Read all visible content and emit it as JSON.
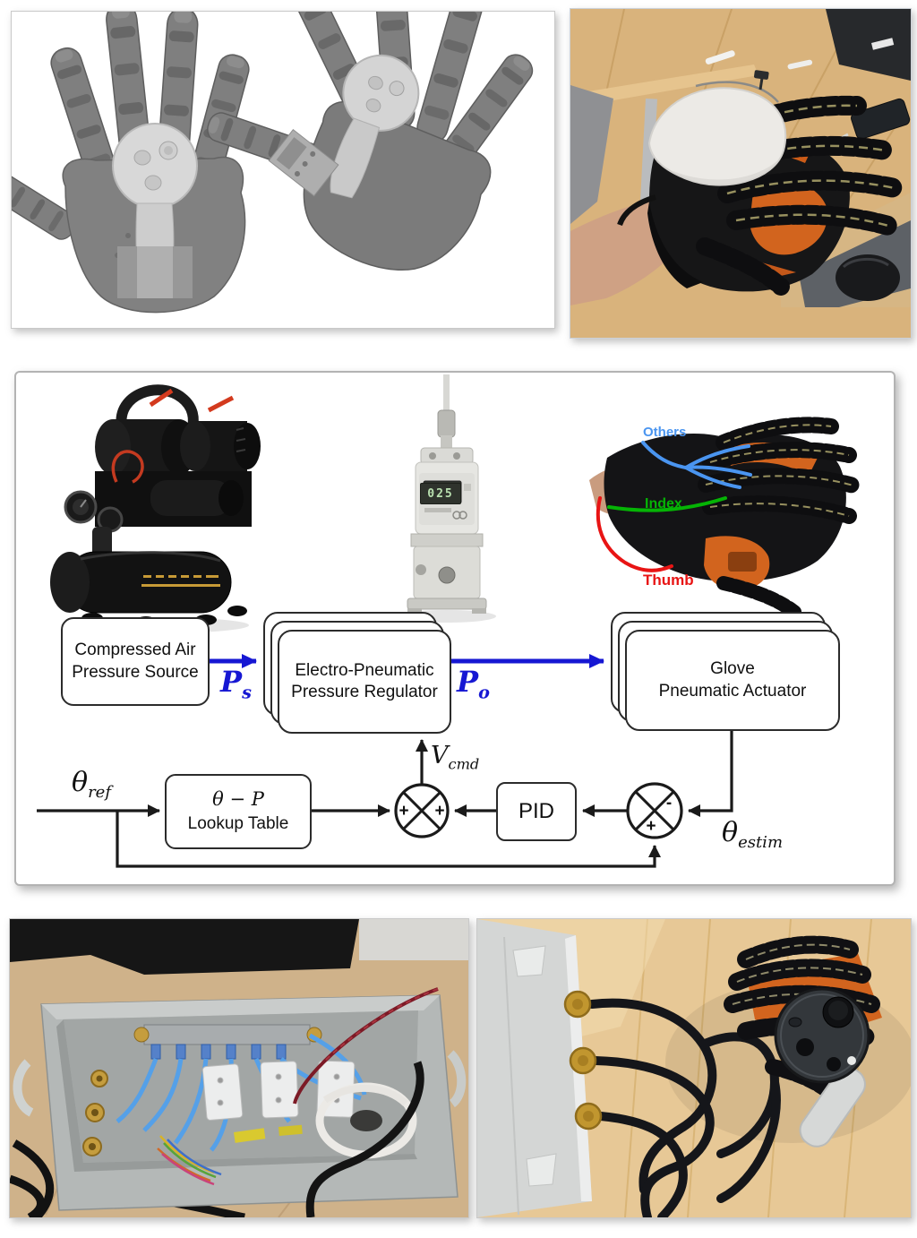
{
  "colors": {
    "signal_blue": "#1617d3",
    "others_blue": "#4a95f0",
    "index_green": "#05b405",
    "thumb_red": "#e81414",
    "diagram_ink": "#1a1a1a"
  },
  "middle_panel": {
    "glove_annotations": {
      "others": "Others",
      "index": "Index",
      "thumb": "Thumb"
    },
    "regulator_display": "025",
    "diagram": {
      "boxes": {
        "source": "Compressed Air\nPressure Source",
        "regulator": "Electro-Pneumatic\nPressure Regulator",
        "actuator": "Glove\nPneumatic Actuator",
        "lookup_line1": "θ − P",
        "lookup_line2": "Lookup Table",
        "pid": "PID"
      },
      "signals": {
        "ps": {
          "base": "P",
          "sub": "s"
        },
        "po": {
          "base": "P",
          "sub": "o"
        },
        "vcmd": {
          "base": "V",
          "sub": "cmd"
        },
        "theta_ref": {
          "base": "θ",
          "sub": "ref"
        },
        "theta_estim": {
          "base": "θ",
          "sub": "estim"
        }
      },
      "sum_signs": {
        "sum1_left": "+",
        "sum1_right": "+",
        "sum2_right": "-",
        "sum2_bottom": "+"
      }
    }
  }
}
